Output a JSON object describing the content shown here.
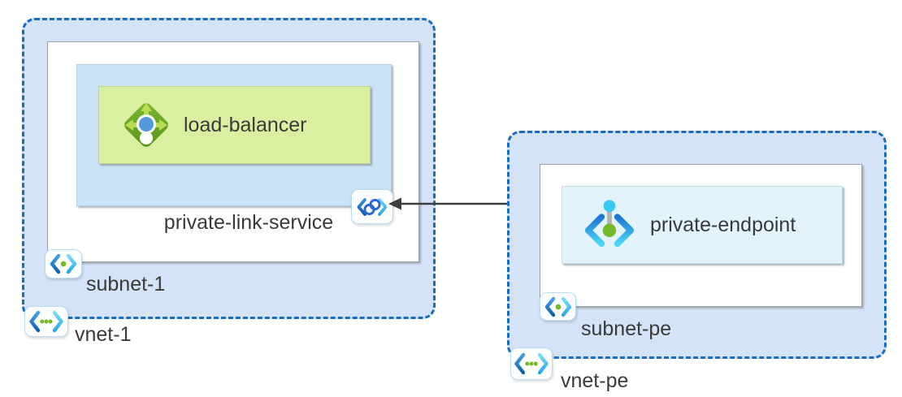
{
  "diagram": {
    "vnet1": {
      "label": "vnet-1",
      "icon": "virtual-network-icon",
      "subnet1": {
        "label": "subnet-1",
        "icon": "subnet-icon",
        "private_link_service": {
          "label": "private-link-service",
          "icon": "private-link-service-icon",
          "load_balancer": {
            "label": "load-balancer",
            "icon": "load-balancer-icon"
          }
        }
      }
    },
    "vnet_pe": {
      "label": "vnet-pe",
      "icon": "virtual-network-icon",
      "subnet_pe": {
        "label": "subnet-pe",
        "icon": "subnet-icon",
        "private_endpoint": {
          "label": "private-endpoint",
          "icon": "private-endpoint-icon"
        }
      }
    },
    "connection": {
      "type": "double-headed-arrow",
      "from": "private-link-service",
      "to": "private-endpoint"
    }
  },
  "colors": {
    "vnet_fill": "#d4e3f7",
    "vnet_border": "#1a6bc2",
    "subnet_fill": "#ffffff",
    "subnet_border": "#9f9f9f",
    "private_link_service_fill": "#cbe3f7",
    "load_balancer_fill": "#dbefa3",
    "private_endpoint_fill": "#e2f3fb",
    "arrow": "#3e3e3e",
    "text": "#3a3a3a",
    "icon_green": "#76b82a",
    "icon_blue": "#1565c0",
    "icon_cyan": "#45c6f2"
  }
}
